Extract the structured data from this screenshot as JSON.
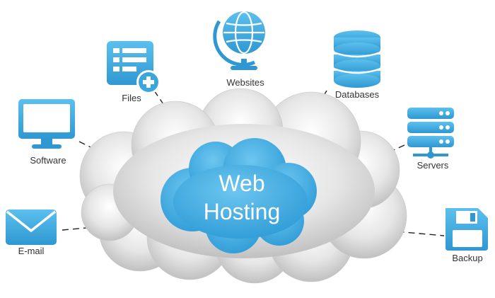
{
  "center": {
    "line1": "Web",
    "line2": "Hosting"
  },
  "nodes": {
    "files": {
      "label": "Files",
      "icon": "file-list-add-icon"
    },
    "websites": {
      "label": "Websites",
      "icon": "globe-icon"
    },
    "databases": {
      "label": "Databases",
      "icon": "database-icon"
    },
    "software": {
      "label": "Software",
      "icon": "monitor-icon"
    },
    "servers": {
      "label": "Servers",
      "icon": "server-icon"
    },
    "email": {
      "label": "E-mail",
      "icon": "envelope-icon"
    },
    "backup": {
      "label": "Backup",
      "icon": "floppy-disk-icon"
    }
  },
  "colors": {
    "accent": "#3fa9de",
    "accent_dark": "#2b8fc4",
    "cloud_gray": "#d5d5d5",
    "connector": "#222222"
  }
}
